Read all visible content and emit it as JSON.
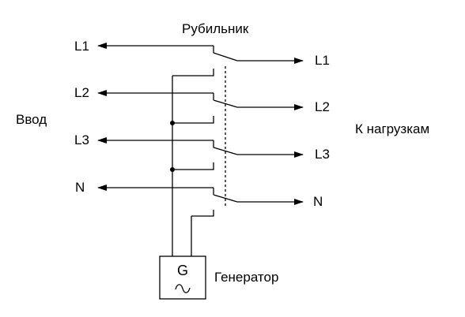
{
  "diagram": {
    "switch_label": "Рубильник",
    "input_label": "Ввод",
    "load_label": "К нагрузкам",
    "generator_label": "Генератор",
    "generator_symbol": "G",
    "generator_ac_symbol": "~",
    "input_lines": [
      "L1",
      "L2",
      "L3",
      "N"
    ],
    "output_lines": [
      "L1",
      "L2",
      "L3",
      "N"
    ]
  }
}
